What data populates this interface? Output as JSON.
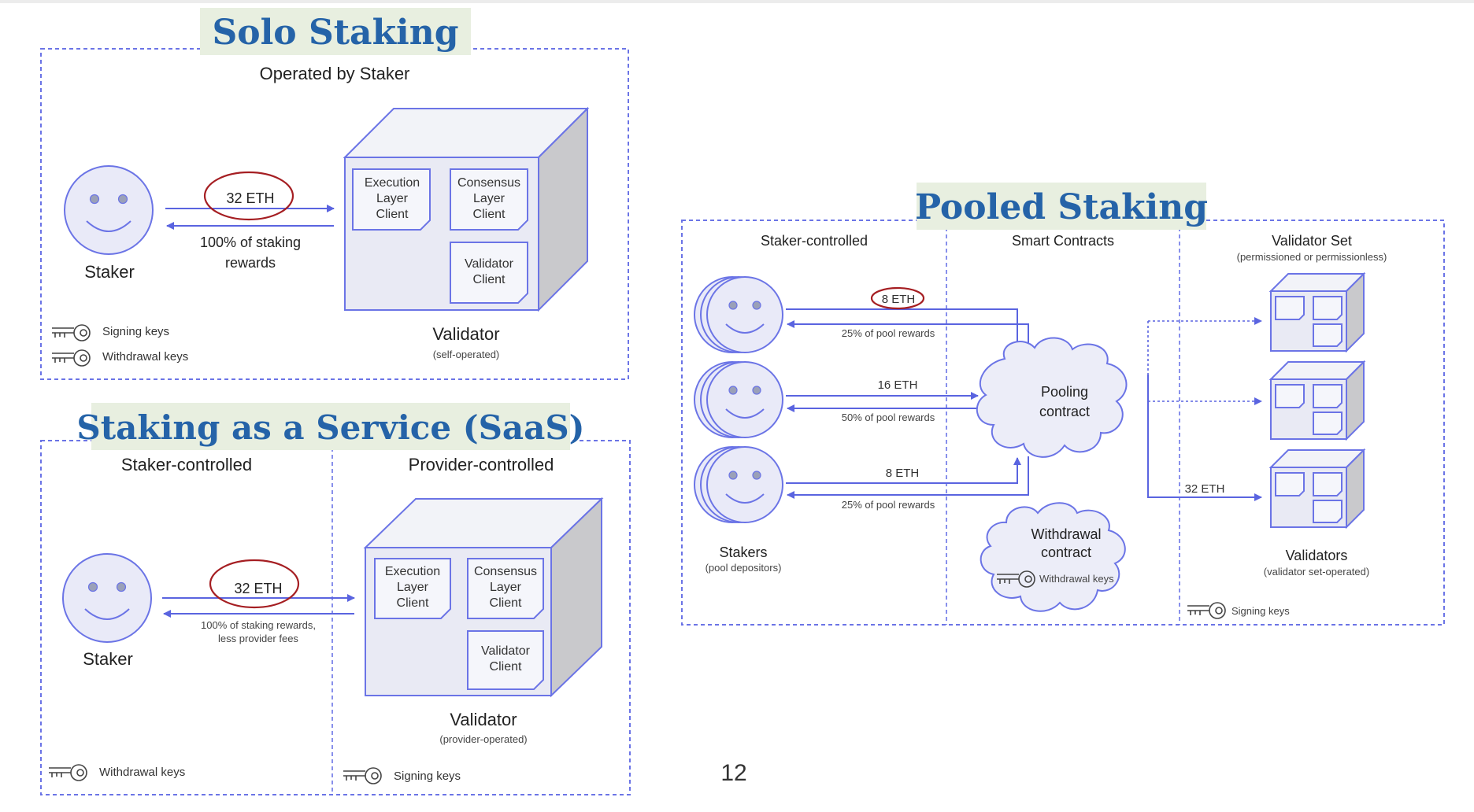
{
  "solo": {
    "title": "Solo Staking",
    "operator": "Operated by Staker",
    "staker_label": "Staker",
    "deposit": "32 ETH",
    "rewards_line1": "100% of staking",
    "rewards_line2": "rewards",
    "client_execution": [
      "Execution",
      "Layer",
      "Client"
    ],
    "client_consensus": [
      "Consensus",
      "Layer",
      "Client"
    ],
    "client_validator": [
      "Validator",
      "Client"
    ],
    "validator_label": "Validator",
    "validator_sub": "(self-operated)",
    "signing_keys": "Signing keys",
    "withdrawal_keys": "Withdrawal keys"
  },
  "saas": {
    "title": "Staking as a Service (SaaS)",
    "left_header": "Staker-controlled",
    "right_header": "Provider-controlled",
    "staker_label": "Staker",
    "deposit": "32 ETH",
    "rewards_line1": "100% of staking rewards,",
    "rewards_line2": "less provider fees",
    "client_execution": [
      "Execution",
      "Layer",
      "Client"
    ],
    "client_consensus": [
      "Consensus",
      "Layer",
      "Client"
    ],
    "client_validator": [
      "Validator",
      "Client"
    ],
    "validator_label": "Validator",
    "validator_sub": "(provider-operated)",
    "withdrawal_keys": "Withdrawal keys",
    "signing_keys": "Signing keys"
  },
  "pooled": {
    "title": "Pooled Staking",
    "col1_header": "Staker-controlled",
    "col2_header": "Smart Contracts",
    "col3_header": "Validator Set",
    "col3_sub": "(permissioned or permissionless)",
    "flows": [
      {
        "deposit": "8 ETH",
        "rewards": "25% of pool rewards"
      },
      {
        "deposit": "16 ETH",
        "rewards": "50% of pool rewards"
      },
      {
        "deposit": "8 ETH",
        "rewards": "25% of pool rewards"
      }
    ],
    "stakers_label": "Stakers",
    "stakers_sub": "(pool depositors)",
    "pool_contract": [
      "Pooling",
      "contract"
    ],
    "withdrawal_contract": [
      "Withdrawal",
      "contract"
    ],
    "withdrawal_keys": "Withdrawal keys",
    "validator_deposit": "32 ETH",
    "validators_label": "Validators",
    "validators_sub": "(validator set-operated)",
    "signing_keys": "Signing keys"
  },
  "page_number": "12",
  "colors": {
    "heading": "#2563a8",
    "line": "#6b74e6",
    "highlight_ring": "#a51e22",
    "heading_background": "#e8efe0"
  }
}
